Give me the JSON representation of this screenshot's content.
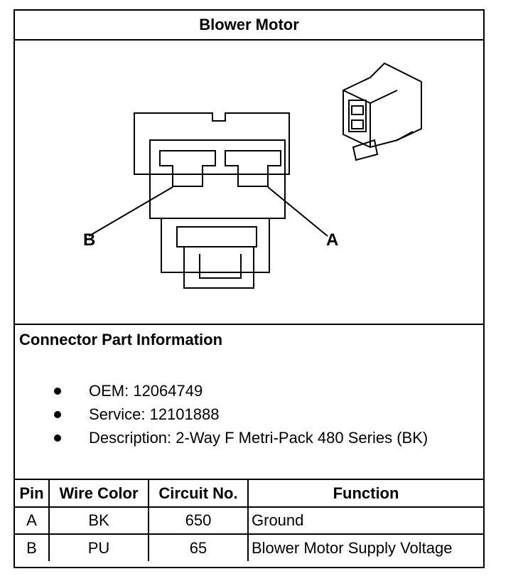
{
  "title": "Blower Motor",
  "diagram": {
    "label_b": "B",
    "label_a": "A"
  },
  "connector_info": {
    "heading": "Connector Part Information",
    "items": [
      "OEM: 12064749",
      "Service: 12101888",
      "Description: 2-Way F Metri-Pack 480 Series (BK)"
    ]
  },
  "pin_table": {
    "headers": [
      "Pin",
      "Wire Color",
      "Circuit No.",
      "Function"
    ],
    "rows": [
      [
        "A",
        "BK",
        "650",
        "Ground"
      ],
      [
        "B",
        "PU",
        "65",
        "Blower Motor Supply Voltage"
      ]
    ]
  }
}
